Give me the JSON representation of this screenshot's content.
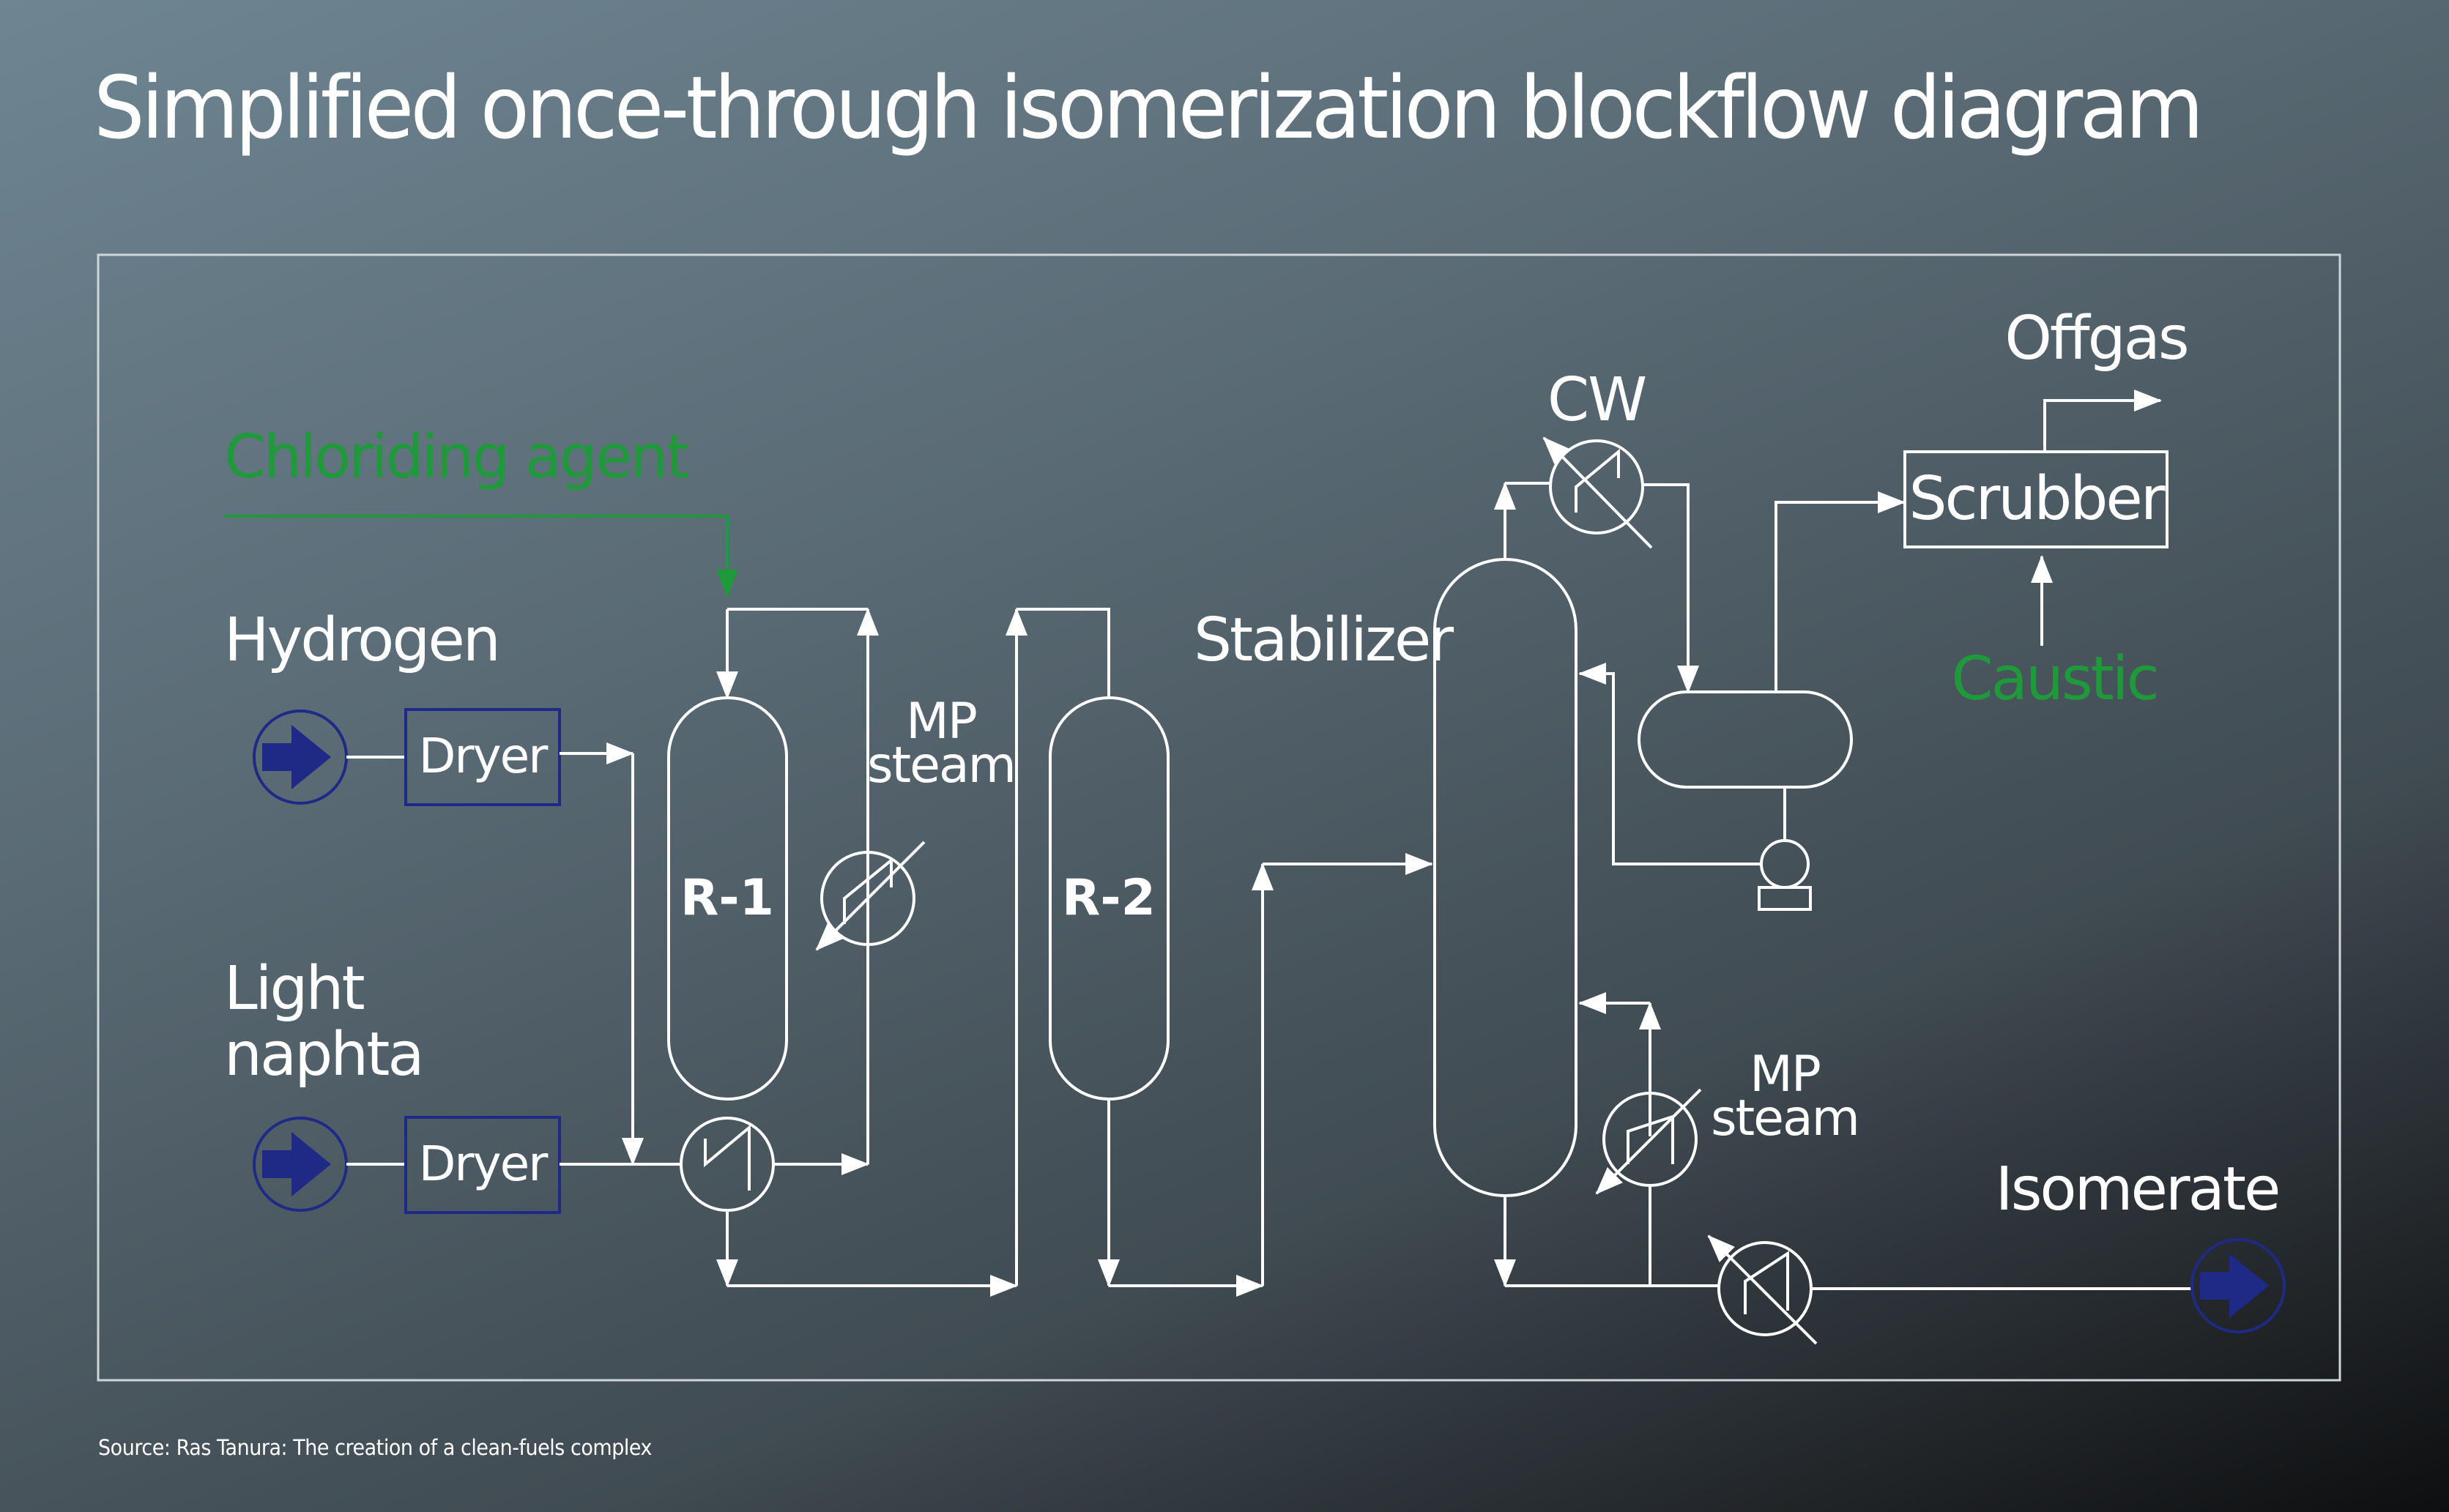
{
  "title": "Simplified once-through isomerization blockflow diagram",
  "source": "Source: Ras Tanura: The creation of a clean-fuels complex",
  "labels": {
    "chloriding_agent": "Chloriding agent",
    "hydrogen": "Hydrogen",
    "light": "Light",
    "naphta": "naphta",
    "dryer_1": "Dryer",
    "dryer_2": "Dryer",
    "r1": "R-1",
    "r2": "R-2",
    "mp_1": "MP",
    "steam_1": "steam",
    "stabilizer": "Stabilizer",
    "cw": "CW",
    "offgas": "Offgas",
    "scrubber": "Scrubber",
    "caustic": "Caustic",
    "mp_2": "MP",
    "steam_2": "steam",
    "isomerate": "Isomerate"
  },
  "colors": {
    "green": "#1f9a3a",
    "navy": "#1e2a86",
    "line": "#ffffff"
  }
}
